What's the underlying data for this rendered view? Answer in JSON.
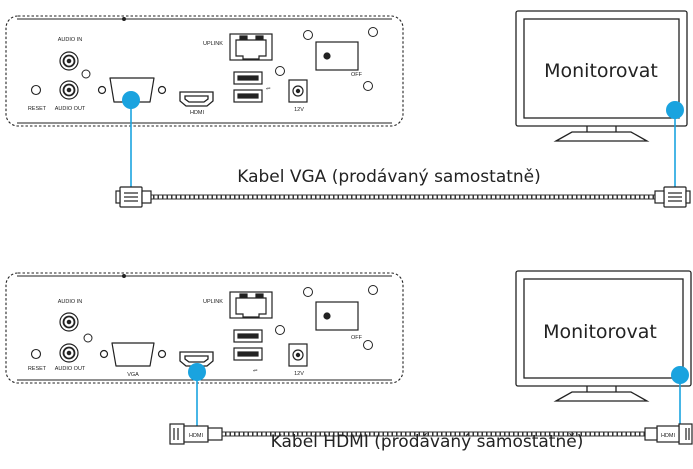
{
  "top": {
    "nvr": {
      "labels": {
        "audio_in": "AUDIO IN",
        "audio_out": "AUDIO OUT",
        "reset": "RESET",
        "hdmi": "HDMI",
        "uplink": "UPLINK",
        "power": "12V",
        "switch_off": "OFF"
      }
    },
    "monitor_label": "Monitorovat",
    "cable_label": "Kabel VGA (prodávaný samostatně)"
  },
  "bottom": {
    "nvr": {
      "labels": {
        "audio_in": "AUDIO IN",
        "audio_out": "AUDIO OUT",
        "reset": "RESET",
        "vga": "VGA",
        "uplink": "UPLINK",
        "power": "12V",
        "switch_off": "OFF"
      }
    },
    "monitor_label": "Monitorovat",
    "cable_label": "Kabel HDMI (prodávaný samostatně)",
    "connector_text": "HDMI"
  },
  "colors": {
    "outline": "#222222",
    "cable": "#1aa3df",
    "connection_dot": "#1aa3df"
  }
}
